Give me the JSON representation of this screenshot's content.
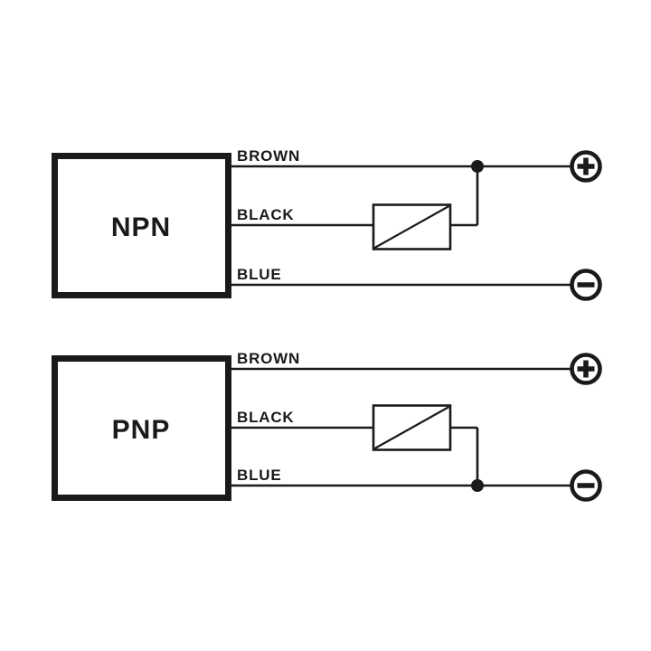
{
  "colors": {
    "ink": "#1a1a1a",
    "background": "#ffffff"
  },
  "diagrams": [
    {
      "box_label": "NPN",
      "wire_labels": {
        "top": "BROWN",
        "middle": "BLACK",
        "bottom": "BLUE"
      },
      "terminals": {
        "top": "plus-in-circle",
        "bottom": "minus-in-circle"
      },
      "load_icon": "load-box-with-diagonal",
      "load_connected_to": "top"
    },
    {
      "box_label": "PNP",
      "wire_labels": {
        "top": "BROWN",
        "middle": "BLACK",
        "bottom": "BLUE"
      },
      "terminals": {
        "top": "plus-in-circle",
        "bottom": "minus-in-circle"
      },
      "load_icon": "load-box-with-diagonal",
      "load_connected_to": "bottom"
    }
  ]
}
